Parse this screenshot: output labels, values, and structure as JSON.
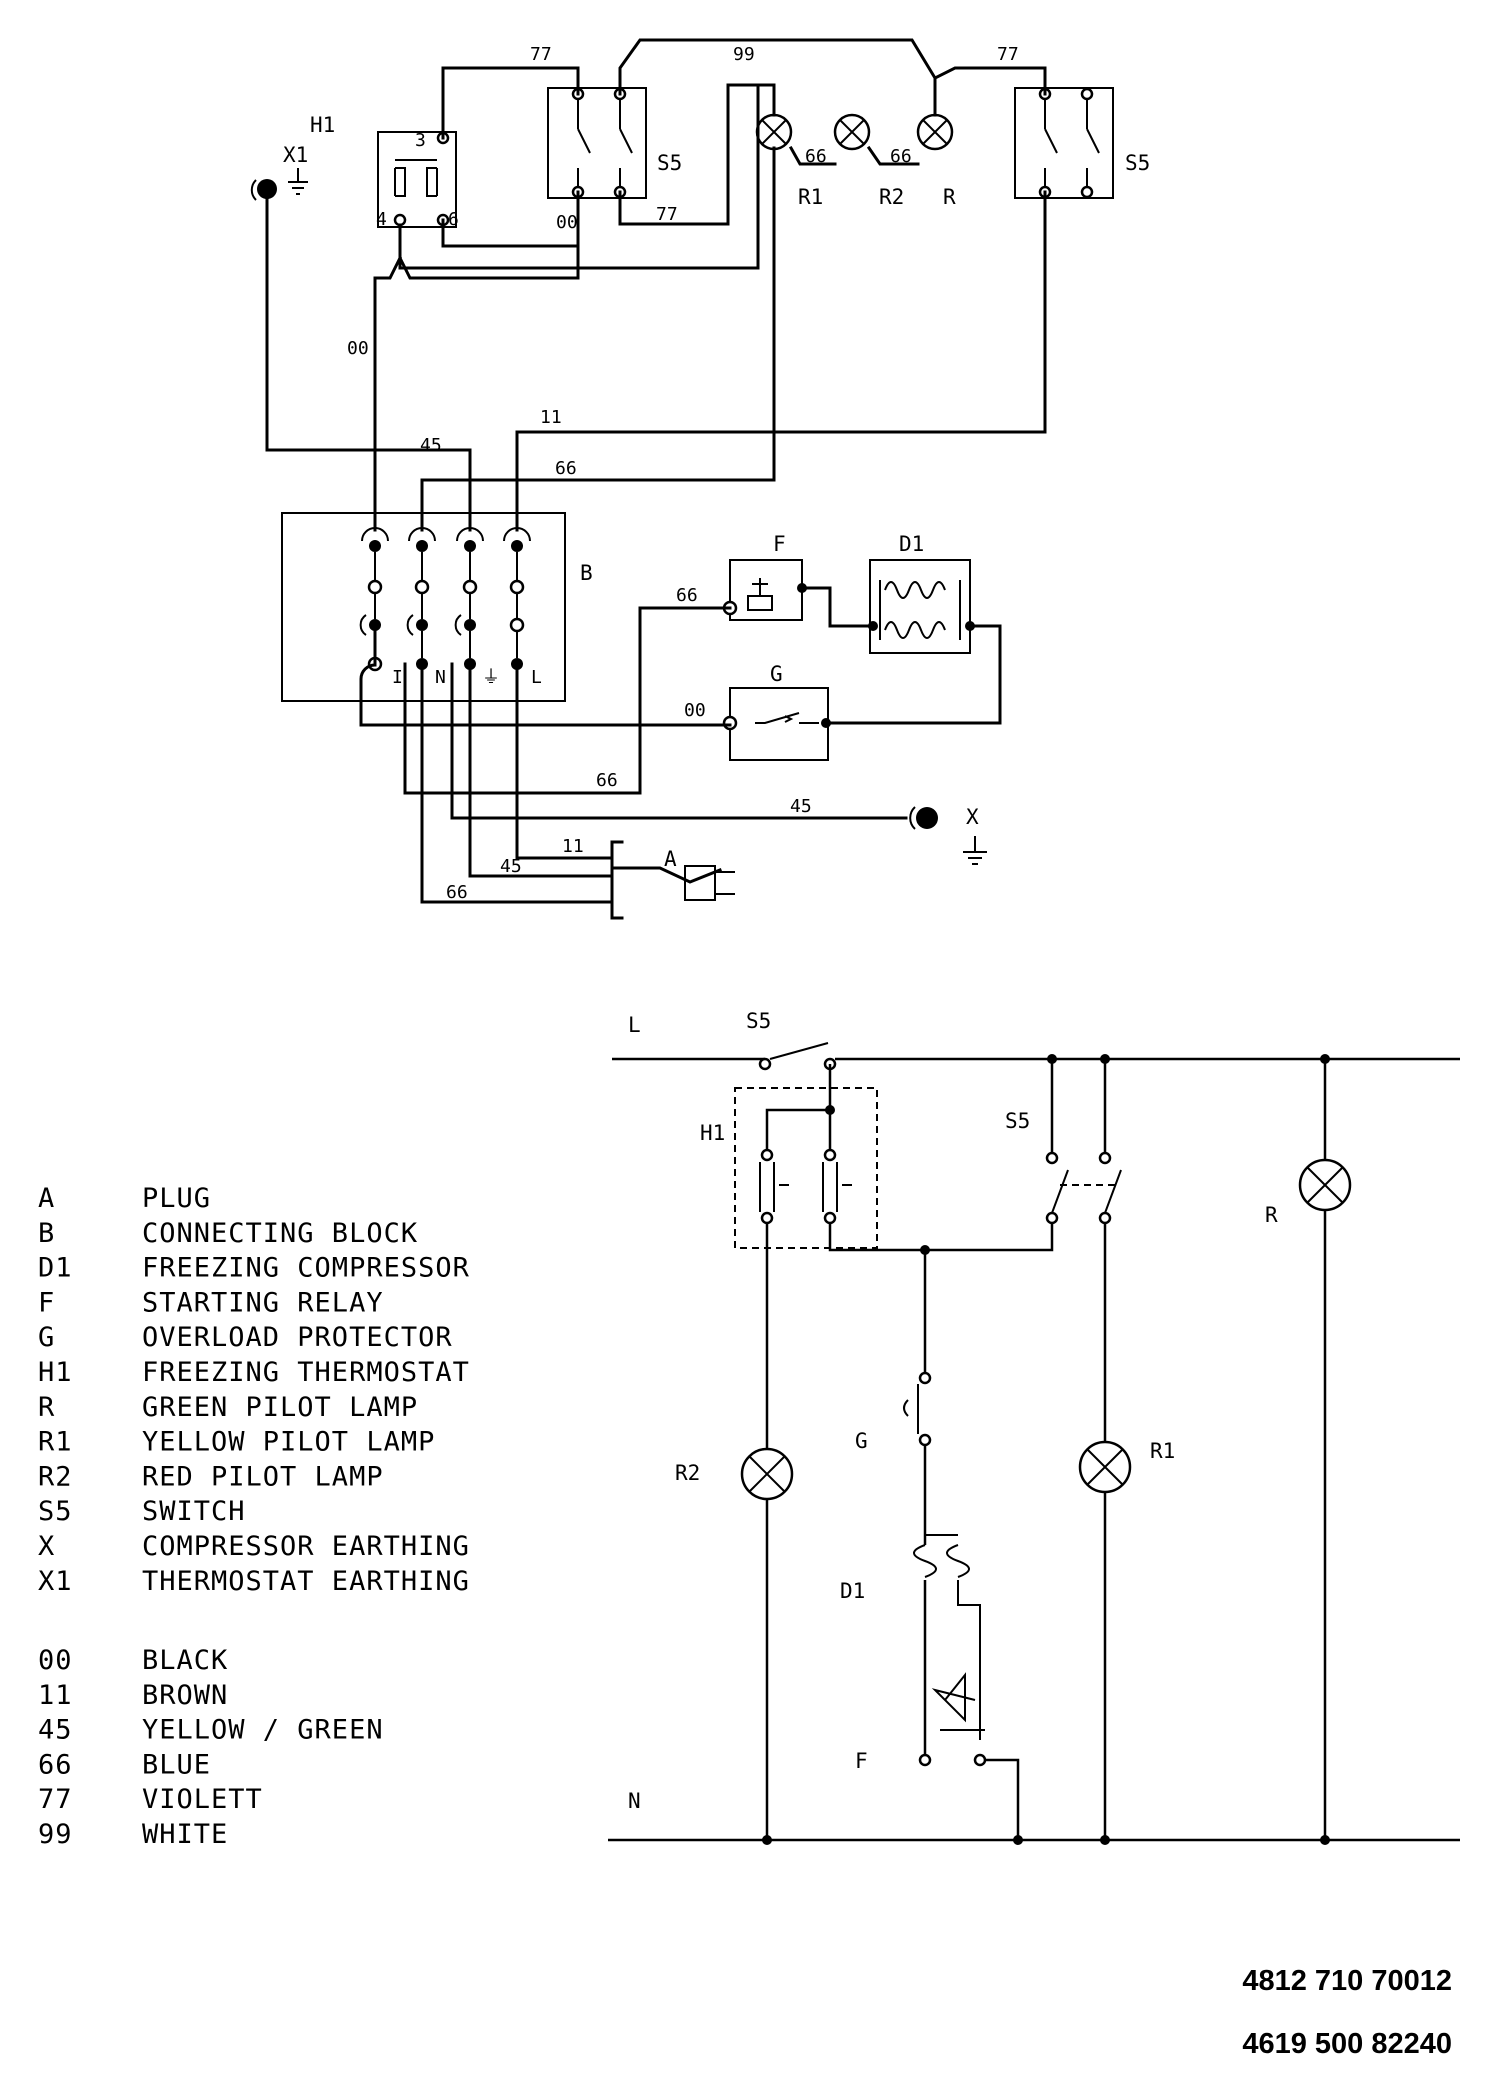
{
  "wiring_diagram": {
    "labels": {
      "h1": "H1",
      "x1": "X1",
      "s5_left": "S5",
      "s5_right": "S5",
      "r1": "R1",
      "r2": "R2",
      "r": "R",
      "b": "B",
      "f": "F",
      "d1": "D1",
      "g": "G",
      "a": "A",
      "x": "X",
      "term_i": "I",
      "term_n": "N",
      "term_earth": "⏚",
      "term_l": "L",
      "pin_3": "3",
      "pin_4": "4",
      "pin_6": "6"
    },
    "wires": {
      "w77_a": "77",
      "w99": "99",
      "w77_b": "77",
      "w66_a": "66",
      "w66_b": "66",
      "w00_a": "00",
      "w77_c": "77",
      "w00_b": "00",
      "w11_a": "11",
      "w45_a": "45",
      "w66_c": "66",
      "w66_d": "66",
      "w00_c": "00",
      "w66_e": "66",
      "w45_b": "45",
      "w11_b": "11",
      "w45_c": "45",
      "w66_f": "66"
    }
  },
  "schematic": {
    "labels": {
      "l": "L",
      "n": "N",
      "s5_top": "S5",
      "s5_mid": "S5",
      "h1": "H1",
      "r": "R",
      "r2": "R2",
      "r1": "R1",
      "g": "G",
      "d1": "D1",
      "f": "F"
    }
  },
  "legend": {
    "components": [
      {
        "code": "A",
        "desc": "PLUG"
      },
      {
        "code": "B",
        "desc": "CONNECTING BLOCK"
      },
      {
        "code": "D1",
        "desc": "FREEZING COMPRESSOR"
      },
      {
        "code": "F",
        "desc": "STARTING RELAY"
      },
      {
        "code": "G",
        "desc": "OVERLOAD PROTECTOR"
      },
      {
        "code": "H1",
        "desc": "FREEZING THERMOSTAT"
      },
      {
        "code": "R",
        "desc": "GREEN PILOT LAMP"
      },
      {
        "code": "R1",
        "desc": "YELLOW PILOT LAMP"
      },
      {
        "code": "R2",
        "desc": "RED PILOT LAMP"
      },
      {
        "code": "S5",
        "desc": "SWITCH"
      },
      {
        "code": "X",
        "desc": "COMPRESSOR EARTHING"
      },
      {
        "code": "X1",
        "desc": "THERMOSTAT EARTHING"
      }
    ],
    "wire_colors": [
      {
        "code": "00",
        "desc": "BLACK"
      },
      {
        "code": "11",
        "desc": "BROWN"
      },
      {
        "code": "45",
        "desc": "YELLOW / GREEN"
      },
      {
        "code": "66",
        "desc": "BLUE"
      },
      {
        "code": "77",
        "desc": "VIOLETT"
      },
      {
        "code": "99",
        "desc": "WHITE"
      }
    ]
  },
  "part_numbers": [
    "4812 710 70012",
    "4619 500 82240"
  ]
}
